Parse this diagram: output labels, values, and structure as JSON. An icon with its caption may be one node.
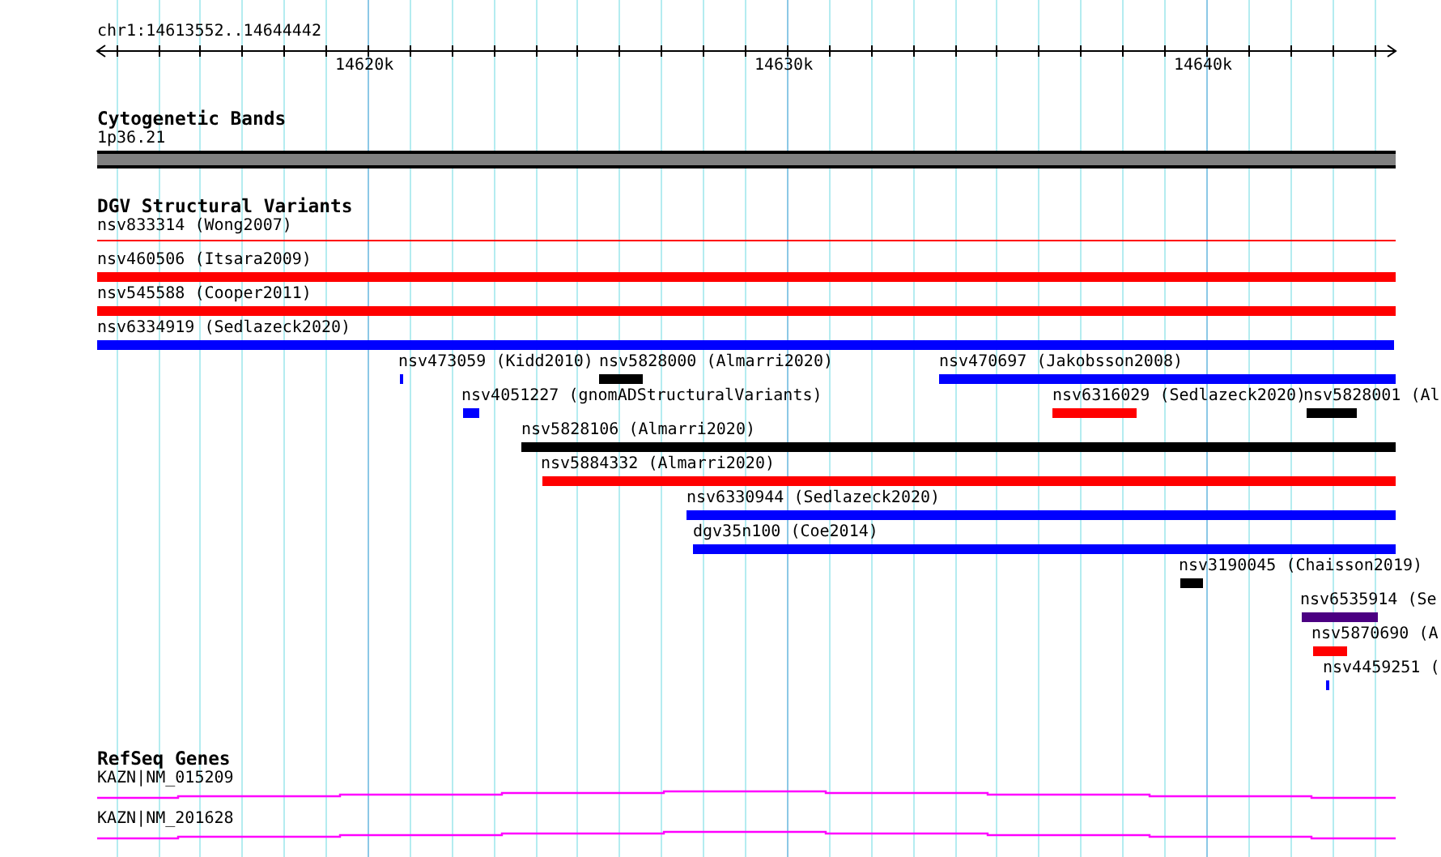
{
  "diagram": {
    "title": "chr1:14613552..14644442",
    "nodes": [
      {
        "text": [
          "1p36.21"
        ]
      },
      {
        "text": [
          "nsv833314 (Wong2007)"
        ]
      },
      {
        "text": [
          "nsv460506 (Itsara2009)"
        ]
      },
      {
        "text": [
          "nsv545588 (Cooper2011)"
        ]
      },
      {
        "text": [
          "nsv6334919 (Sedlazeck2020)"
        ]
      },
      {
        "text": [
          "nsv473059 (Kidd2010)"
        ]
      },
      {
        "text": [
          "nsv5828000 (Almarri2020)"
        ]
      },
      {
        "text": [
          "nsv470697 (Jakobsson2008)"
        ]
      },
      {
        "text": [
          "nsv4051227 (gnomADStructuralVariants)"
        ]
      },
      {
        "text": [
          "nsv6316029 (Sedlazeck2020)"
        ]
      },
      {
        "text": [
          "nsv5828001 (Al"
        ]
      },
      {
        "text": [
          "nsv5828106 (Almarri2020)"
        ]
      },
      {
        "text": [
          "nsv5884332 (Almarri2020)"
        ]
      },
      {
        "text": [
          "nsv6330944 (Sedlazeck2020)"
        ]
      },
      {
        "text": [
          "dgv35n100 (Coe2014)"
        ]
      },
      {
        "text": [
          "nsv3190045 (Chaisson2019)"
        ]
      },
      {
        "text": [
          "nsv6535914 (Se"
        ]
      },
      {
        "text": [
          "nsv5870690 (A"
        ]
      },
      {
        "text": [
          "nsv4459251 ("
        ]
      },
      {
        "text": [
          "KAZN|NM_015209"
        ]
      },
      {
        "text": [
          "KAZN|NM_201628"
        ]
      }
    ],
    "labels": [
      "14620k",
      "14630k",
      "14640k",
      "Cytogenetic Bands",
      "DGV Structural Variants",
      "RefSeq Genes"
    ]
  }
}
